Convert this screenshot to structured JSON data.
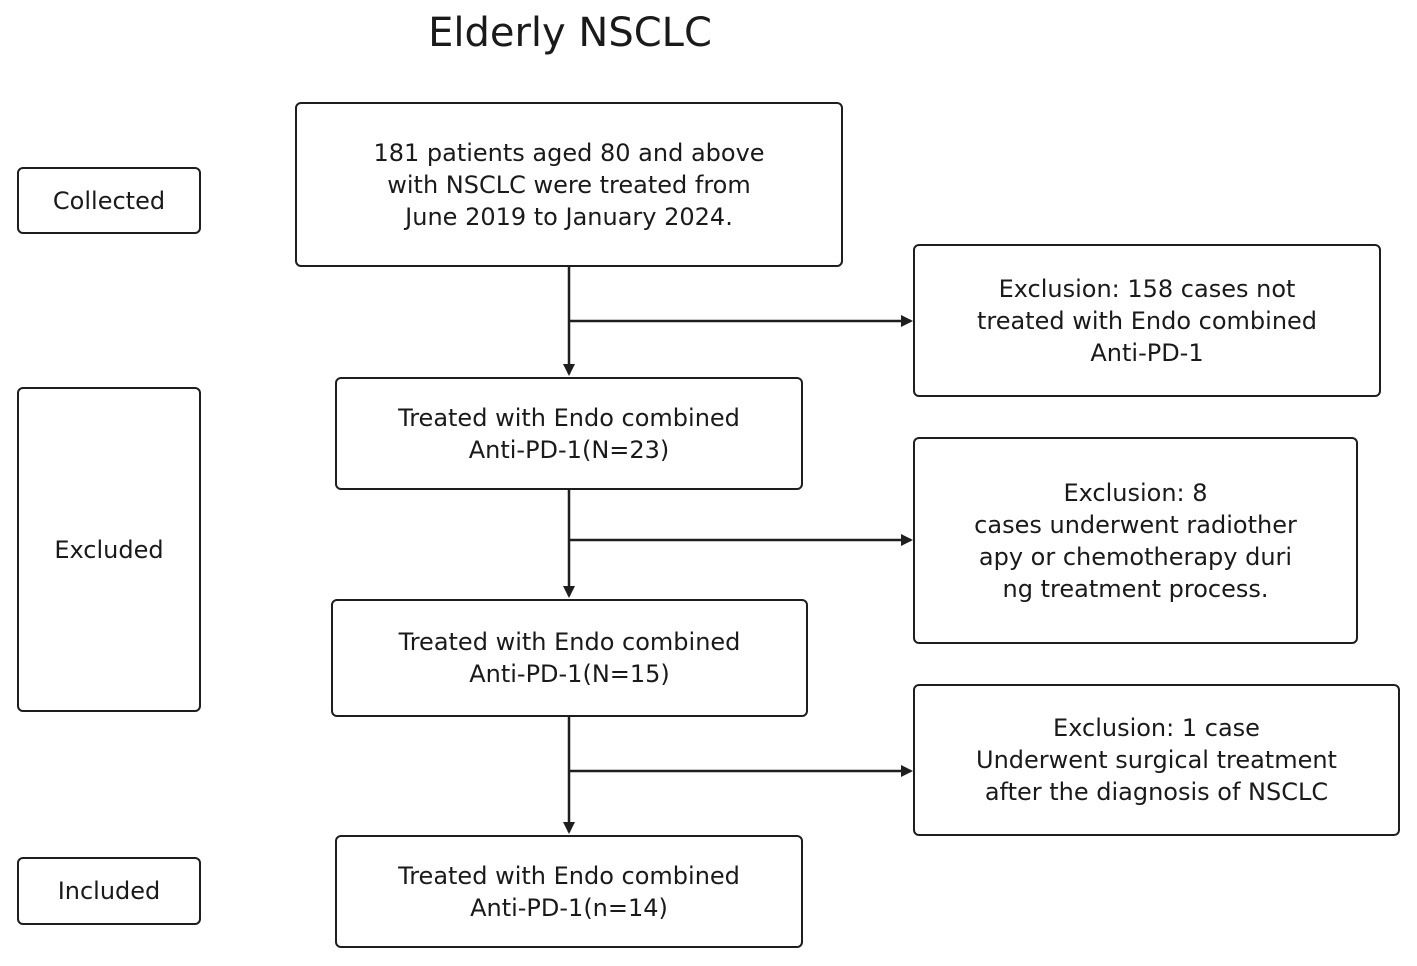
{
  "title": "Elderly NSCLC",
  "stages": {
    "collected": "Collected",
    "excluded": "Excluded",
    "included": "Included"
  },
  "main_boxes": {
    "initial": "181 patients aged 80 and above\nwith NSCLC were treated from\nJune 2019 to January 2024.",
    "step1": "Treated with Endo combined\nAnti-PD-1(N=23)",
    "step2": "Treated with Endo combined\nAnti-PD-1(N=15)",
    "final": "Treated with Endo combined\nAnti-PD-1(n=14)"
  },
  "exclusions": {
    "first": "Exclusion: 158 cases not\ntreated with Endo combined\nAnti-PD-1",
    "second": "Exclusion: 8\ncases underwent radiother\napy or chemotherapy duri\nng treatment process.",
    "third": "Exclusion: 1 case\nUnderwent surgical treatment\nafter the diagnosis of NSCLC"
  },
  "colors": {
    "stroke": "#1e1e1e",
    "background": "#ffffff"
  }
}
